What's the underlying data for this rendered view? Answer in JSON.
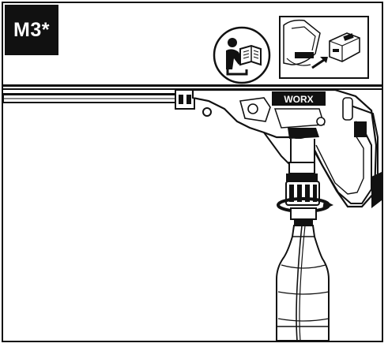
{
  "step": {
    "label": "M3*"
  },
  "icons": {
    "manual": "read-manual-icon",
    "battery": "remove-battery-icon"
  },
  "illustration": {
    "brand_label": "WORX",
    "description_icon": "pressure-washer-bottle-attachment-illustration"
  },
  "colors": {
    "ink": "#111111",
    "background": "#ffffff"
  }
}
